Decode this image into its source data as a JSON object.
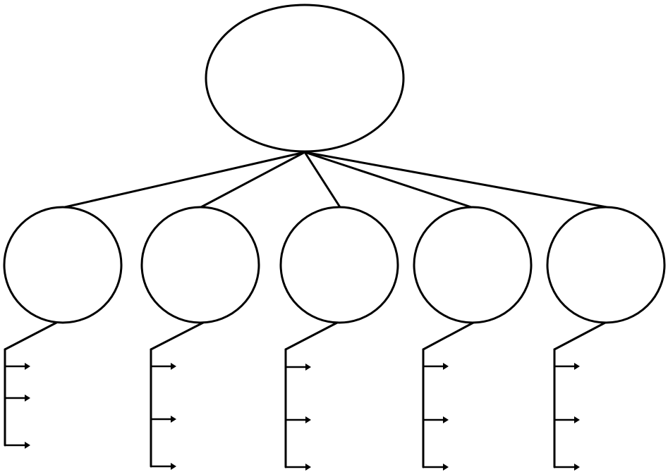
{
  "diagram": {
    "type": "hierarchy",
    "stroke_color": "#000000",
    "background_color": "#ffffff",
    "root": {
      "label": "",
      "shape": "ellipse",
      "children": [
        {
          "label": "",
          "shape": "circle",
          "items": [
            "",
            "",
            ""
          ]
        },
        {
          "label": "",
          "shape": "circle",
          "items": [
            "",
            "",
            ""
          ]
        },
        {
          "label": "",
          "shape": "circle",
          "items": [
            "",
            "",
            ""
          ]
        },
        {
          "label": "",
          "shape": "circle",
          "items": [
            "",
            "",
            ""
          ]
        },
        {
          "label": "",
          "shape": "circle",
          "items": [
            "",
            "",
            ""
          ]
        }
      ]
    }
  }
}
